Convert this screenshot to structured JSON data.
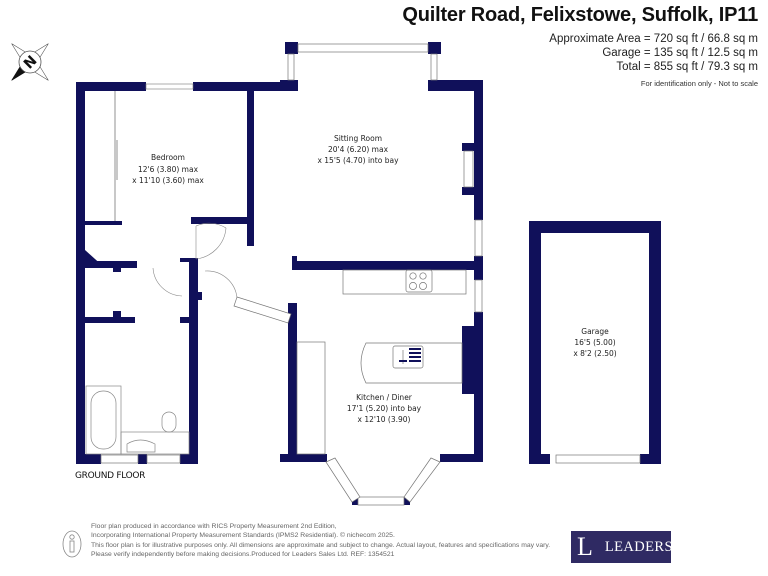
{
  "header": {
    "title": "Quilter Road, Felixstowe, Suffolk, IP11",
    "areas": [
      "Approximate Area = 720 sq ft / 66.8 sq m",
      "Garage = 135 sq ft / 12.5 sq m",
      "Total = 855 sq ft / 79.3 sq m"
    ],
    "note": "For identification only - Not to scale"
  },
  "compass": {
    "icon": "compass-north-icon",
    "letter": "N"
  },
  "colors": {
    "wall": "#10105a",
    "line": "#777777",
    "logo_bg": "#2f2a63"
  },
  "rooms": {
    "bedroom": {
      "name": "Bedroom",
      "dim1": "12'6 (3.80) max",
      "dim2": "x 11'10 (3.60) max"
    },
    "sitting": {
      "name": "Sitting Room",
      "dim1": "20'4 (6.20) max",
      "dim2": "x 15'5 (4.70) into bay"
    },
    "kitchen": {
      "name": "Kitchen / Diner",
      "dim1": "17'1 (5.20) into bay",
      "dim2": "x 12'10 (3.90)"
    },
    "garage": {
      "name": "Garage",
      "dim1": "16'5 (5.00)",
      "dim2": "x 8'2 (2.50)"
    }
  },
  "floor_label": "GROUND FLOOR",
  "footer": {
    "lines": [
      "Floor plan produced in accordance with RICS Property Measurement 2nd Edition,",
      "Incorporating International Property Measurement Standards (IPMS2 Residential).   © nichecom 2025.",
      "This floor plan is for illustrative purposes only. All dimensions are approximate and subject to change. Actual layout, features and specifications may vary.",
      "Please verify independently before making decisions.Produced for Leaders Sales Ltd.   REF:  1354521"
    ]
  },
  "logo": {
    "letter": "L",
    "name": "LEADERS"
  }
}
